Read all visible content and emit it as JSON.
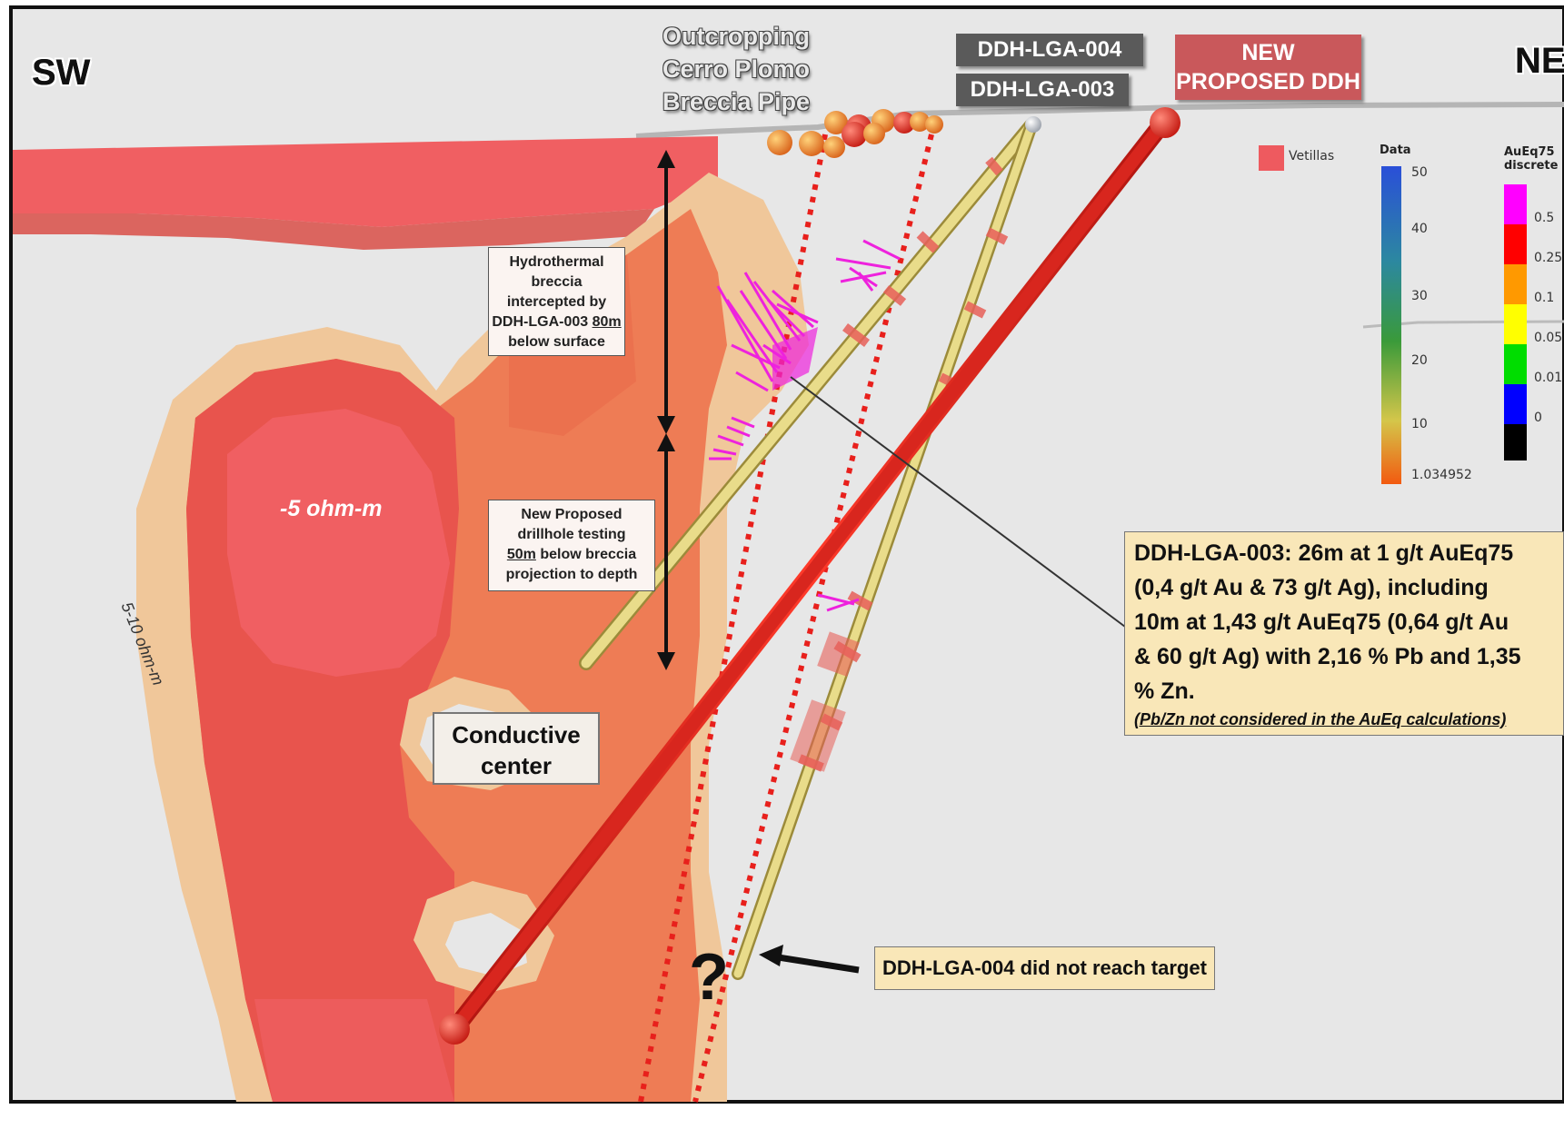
{
  "directions": {
    "left": "SW",
    "right": "NE"
  },
  "outcrop_label": {
    "line1": "Outcropping",
    "line2": "Cerro Plomo",
    "line3": "Breccia Pipe"
  },
  "hole_tags": {
    "hole_004": "DDH-LGA-004",
    "hole_003": "DDH-LGA-003"
  },
  "new_hole_tag": {
    "line1": "NEW",
    "line2": "PROPOSED DDH"
  },
  "breccia_note": {
    "line1": "Hydrothermal",
    "line2": "breccia",
    "line3": "intercepted by",
    "line4_pre": "DDH-LGA-003 ",
    "line4_u": "80m",
    "line5": "below surface"
  },
  "proposed_note": {
    "line1": "New Proposed",
    "line2": "drillhole testing",
    "line3_u": "50m",
    "line3_post": " below breccia",
    "line4": "projection to depth"
  },
  "resistivity_labels": {
    "core": "-5 ohm-m",
    "shell": "5-10 ohm-m"
  },
  "conductive_center": {
    "line1": "Conductive",
    "line2": "center"
  },
  "result_box": {
    "line1": "DDH-LGA-003: 26m at 1 g/t AuEq75",
    "line2": "(0,4 g/t Au & 73 g/t Ag), including",
    "line3": "10m at 1,43 g/t AuEq75 (0,64 g/t Au",
    "line4": "& 60 g/t Ag) with 2,16 % Pb and 1,35",
    "line5": "% Zn.",
    "footnote": "(Pb/Zn not considered in the AuEq calculations)"
  },
  "target_note": "DDH-LGA-004 did not reach target",
  "question_mark": "?",
  "legend": {
    "vetillas_label": "Vetillas",
    "vetillas_color": "#ee5a5f",
    "data_title": "Data",
    "data_ticks": [
      "50",
      "40",
      "30",
      "20",
      "10",
      "1.034952"
    ],
    "aueq_title_line1": "AuEq75",
    "aueq_title_line2": "discrete",
    "aueq_ticks": [
      "0.5",
      "0.25",
      "0.1",
      "0.05",
      "0.01",
      "0"
    ],
    "aueq_colors": [
      "#ff00ff",
      "#ff0000",
      "#ff9900",
      "#ffff00",
      "#00dd00",
      "#0000ff",
      "#000000"
    ]
  },
  "colors": {
    "background": "#e7e7e7",
    "core": "#f05f62",
    "body": "#ee7c55",
    "halo": "#f0c79a",
    "proposed_hole": "#d8261e",
    "existing_hole": "#e9dc8a",
    "breccia_limits": "#e8201c",
    "intercepts": "#ee22dd"
  }
}
